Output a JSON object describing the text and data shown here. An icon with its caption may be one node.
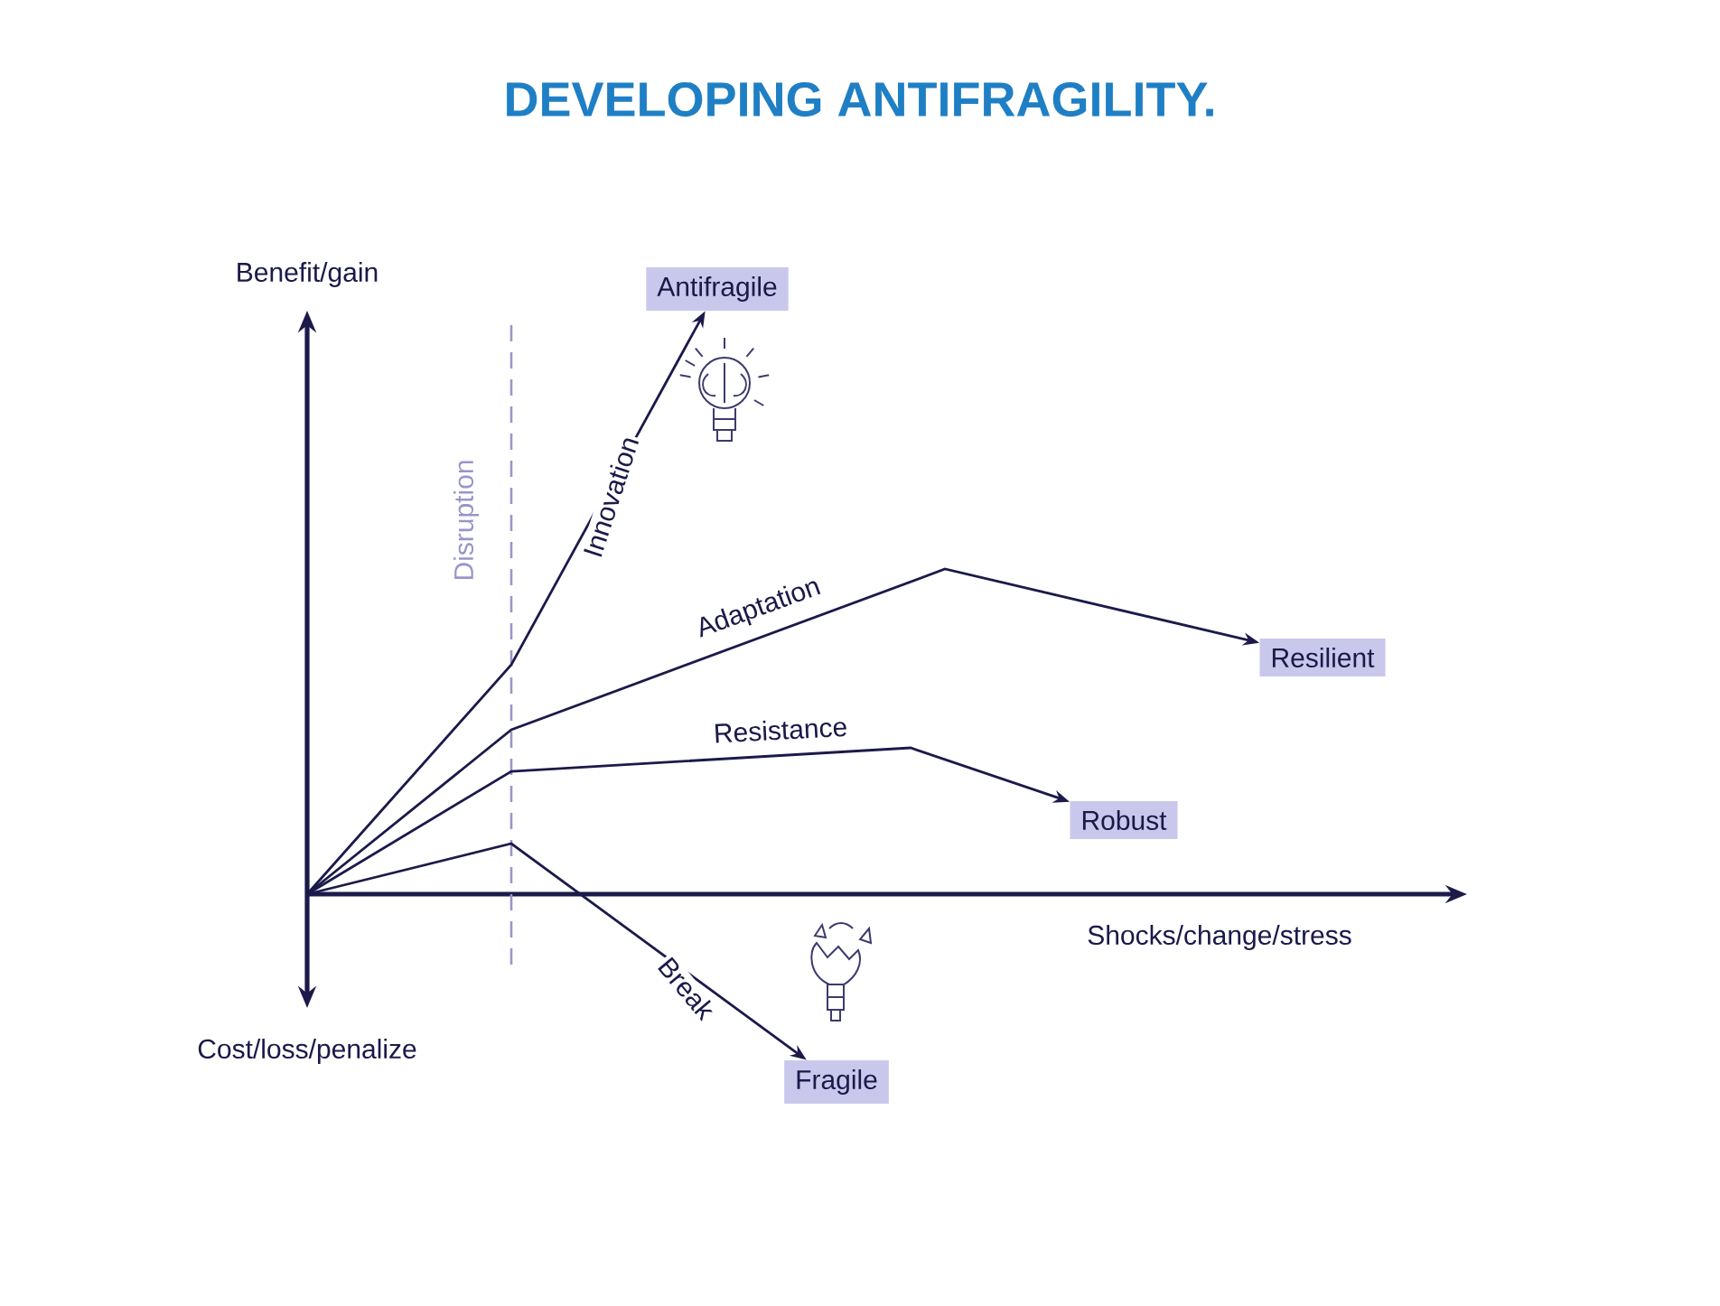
{
  "diagram": {
    "title": "DEVELOPING ANTIFRAGILITY.",
    "nodes": [
      {
        "text": [
          "Antifragile"
        ]
      },
      {
        "text": [
          "Resilient"
        ]
      },
      {
        "text": [
          "Robust"
        ]
      },
      {
        "text": [
          "Fragile"
        ]
      }
    ],
    "edges": [
      {
        "from": null,
        "to": 0,
        "arrow": "to",
        "label": "Innovation"
      },
      {
        "from": null,
        "to": 1,
        "arrow": "to",
        "label": "Adaptation"
      },
      {
        "from": null,
        "to": 2,
        "arrow": "to",
        "label": "Resistance"
      },
      {
        "from": null,
        "to": 3,
        "arrow": "to",
        "label": "Break"
      }
    ],
    "labels": [
      "Benefit/gain",
      "Disruption",
      "Shocks/change/stress",
      "Cost/loss/penalize"
    ]
  }
}
